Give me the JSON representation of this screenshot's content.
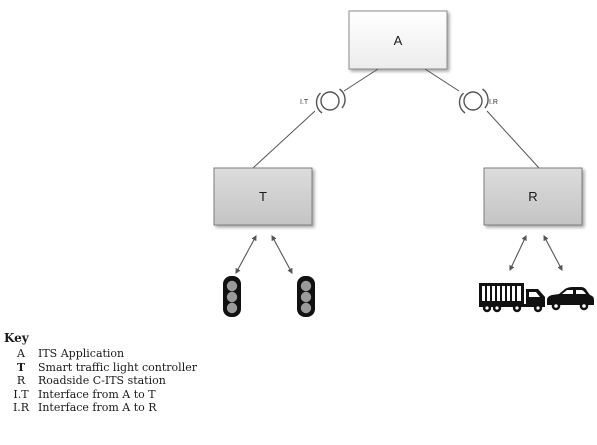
{
  "nodes": {
    "application": {
      "label": "A"
    },
    "smart_traffic_light_controller": {
      "label": "T"
    },
    "roadside_station": {
      "label": "R"
    }
  },
  "interfaces": {
    "a_to_t": {
      "label": "I.T"
    },
    "a_to_r": {
      "label": "I.R"
    }
  },
  "devices": {
    "traffic_lights": [
      "traffic-light-icon",
      "traffic-light-icon"
    ],
    "vehicles": [
      "truck-icon",
      "car-icon"
    ]
  },
  "key": {
    "title": "Key",
    "entries": [
      {
        "term": "A",
        "definition": "ITS Application"
      },
      {
        "term": "T",
        "definition": "Smart traffic light controller"
      },
      {
        "term": "R",
        "definition": "Roadside C-ITS station"
      },
      {
        "term": "I.T",
        "definition": "Interface from A to T"
      },
      {
        "term": "I.R",
        "definition": "Interface from A to R"
      }
    ]
  },
  "colors": {
    "box_fill_top": "#f2f2f2",
    "box_fill_lower": "#cfcfcf",
    "box_stroke": "#7f7f7f",
    "line": "#555555",
    "icon": "#111111"
  }
}
